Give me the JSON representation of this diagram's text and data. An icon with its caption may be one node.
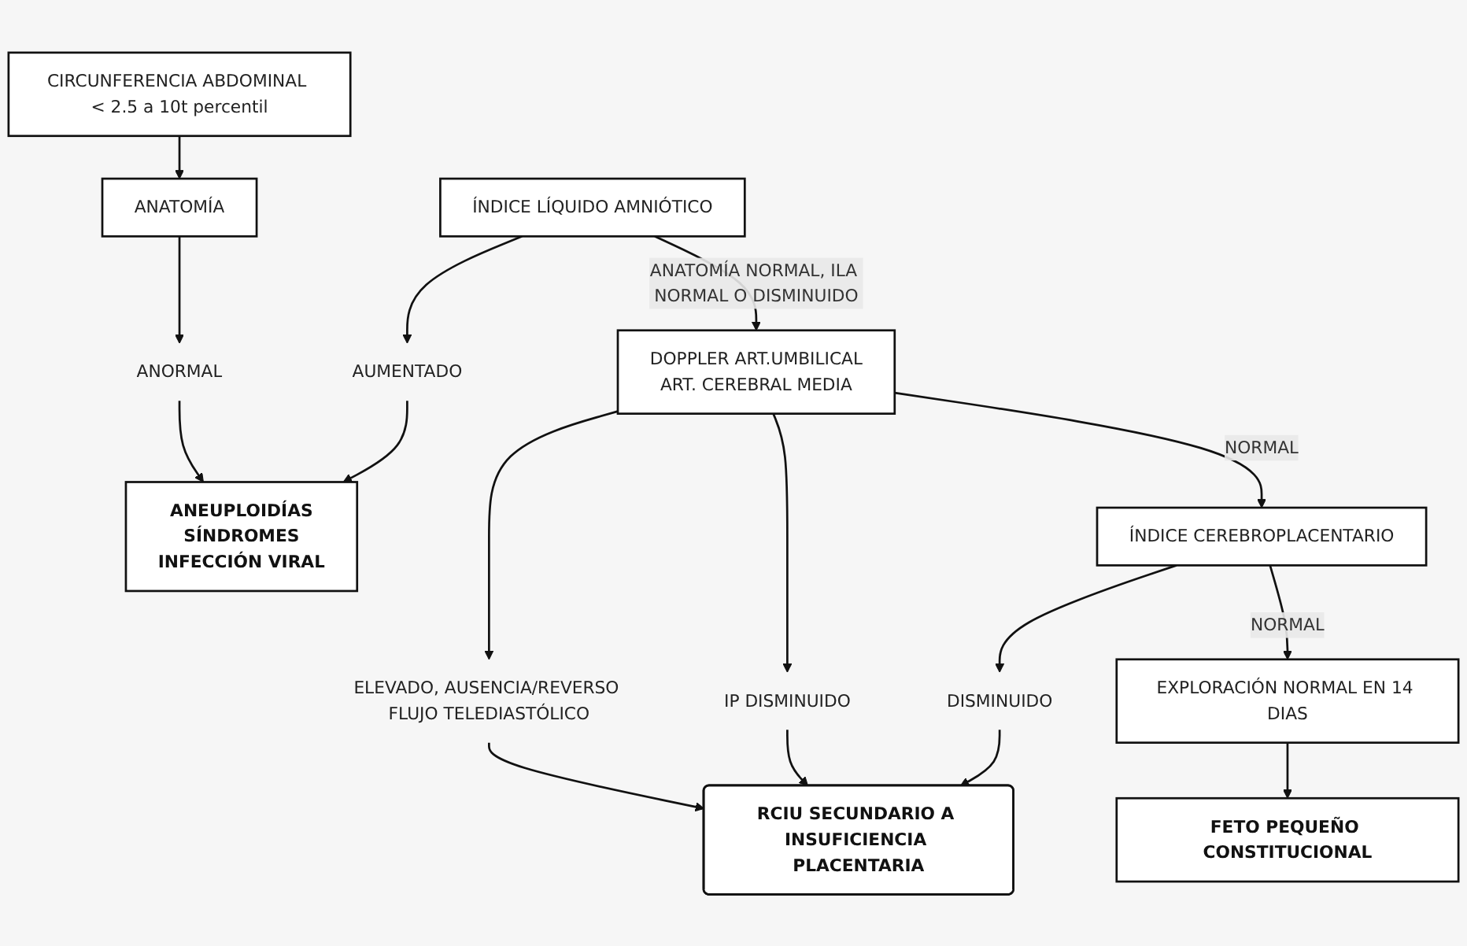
{
  "diagram": {
    "nodes": [
      {
        "text": [
          "CIRCUNFERENCIA ABDOMINAL < 2.5 a 10t percentil"
        ]
      },
      {
        "text": [
          "ANATOMÍA"
        ]
      },
      {
        "text": [
          "ÍNDICE LÍQUIDO AMNIÓTICO"
        ]
      },
      {
        "text": [
          "ANORMAL"
        ]
      },
      {
        "text": [
          "AUMENTADO"
        ]
      },
      {
        "text": [
          "ANEUPLOIDÍAS",
          "SÍNDROMES",
          "INFECCIÓN VIRAL"
        ]
      },
      {
        "text": [
          "DOPPLER ART.UMBILICAL",
          "ART. CEREBRAL MEDIA"
        ]
      },
      {
        "text": [
          "ELEVADO, AUSENCIA/REVERSO FLUJO TELEDIASTÓLICO"
        ]
      },
      {
        "text": [
          "IP DISMINUIDO"
        ]
      },
      {
        "text": [
          "RCIU SECUNDARIO A INSUFICIENCIA PLACENTARIA"
        ]
      },
      {
        "text": [
          "ÍNDICE CEREBROPLACENTARIO"
        ]
      },
      {
        "text": [
          "DISMINUIDO"
        ]
      },
      {
        "text": [
          "EXPLORACIÓN NORMAL EN 14 DIAS"
        ]
      },
      {
        "text": [
          "FETO PEQUEÑO CONSTITUCIONAL"
        ]
      }
    ],
    "edges": [
      {
        "from": 0,
        "to": 1,
        "arrow": "to"
      },
      {
        "from": 1,
        "to": 3,
        "arrow": "to"
      },
      {
        "from": 2,
        "to": 4,
        "arrow": "to"
      },
      {
        "from": 3,
        "to": 5,
        "arrow": "to"
      },
      {
        "from": 4,
        "to": 5,
        "arrow": "to"
      },
      {
        "from": 2,
        "to": 6,
        "arrow": "to",
        "label": "ANATOMÍA NORMAL, ILA NORMAL O DISMINUIDO"
      },
      {
        "from": 6,
        "to": 7,
        "arrow": "to"
      },
      {
        "from": 6,
        "to": 8,
        "arrow": "to"
      },
      {
        "from": 7,
        "to": 9,
        "arrow": "to"
      },
      {
        "from": 8,
        "to": 9,
        "arrow": "to"
      },
      {
        "from": 6,
        "to": 10,
        "arrow": "to",
        "label": "NORMAL"
      },
      {
        "from": 10,
        "to": 11,
        "arrow": "to"
      },
      {
        "from": 11,
        "to": 9,
        "arrow": "to"
      },
      {
        "from": 10,
        "to": 12,
        "arrow": "to",
        "label": "NORMAL"
      },
      {
        "from": 12,
        "to": 13,
        "arrow": "to"
      }
    ]
  }
}
